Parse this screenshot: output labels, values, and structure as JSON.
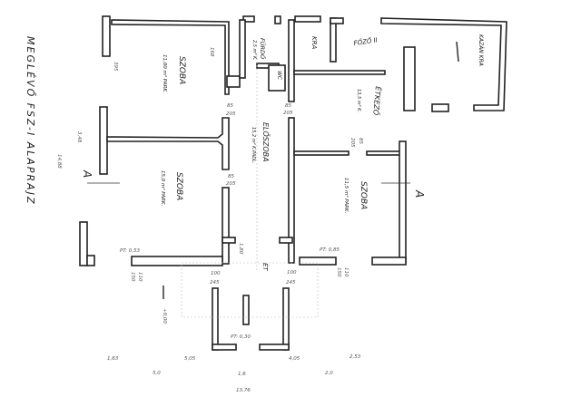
{
  "title": "MEGLÉVŐ FSZ-I ALAPRAJZ",
  "rooms": {
    "szoba_top": {
      "name": "SZOBA",
      "area": "11,00 m² PARK."
    },
    "szoba_left": {
      "name": "SZOBA",
      "area": "15,0 m² PARK."
    },
    "szoba_right": {
      "name": "SZOBA",
      "area": "11,5 m² PARK."
    },
    "eloszoba": {
      "name": "ELŐSZOBA",
      "area": "15,2 m² K.PADL."
    },
    "furdo": {
      "name": "FÜRDŐ",
      "area": "2,5 m² K."
    },
    "wc": {
      "name": "WC"
    },
    "kra": {
      "name": "KRA"
    },
    "fozo": {
      "name": "FŐZŐ II"
    },
    "etkezo": {
      "name": "ÉTKEZŐ",
      "area": "13,5 m² K."
    },
    "kra2": {
      "name": "KAZÁN KRA"
    },
    "et": {
      "name": "ÉT"
    }
  },
  "section_marker": "A",
  "dimensions": {
    "d85a": "85",
    "d205a": "205",
    "d85b": "85",
    "d205b": "205",
    "d85c": "85",
    "d205c": "205",
    "d85d": "85",
    "d205d": "205",
    "d100a": "100",
    "d245a": "245",
    "d100b": "100",
    "d245b": "245",
    "d150": "150",
    "d110": "110",
    "d150b": "150",
    "d110b": "110",
    "pt1": "PT: 0,53",
    "pt2": "PT: 0,85",
    "pt3": "PT: 0,30",
    "h": "+0,00",
    "b1": "1,63",
    "b2": "5,05",
    "b3": "4,05",
    "b4": "2,53",
    "c1": "5,0",
    "c2": "1,6",
    "c3": "2,0",
    "total": "13,76",
    "r1": "168",
    "r2": "395",
    "r3": "1,80",
    "l1": "3,48",
    "l2": "14,88"
  }
}
